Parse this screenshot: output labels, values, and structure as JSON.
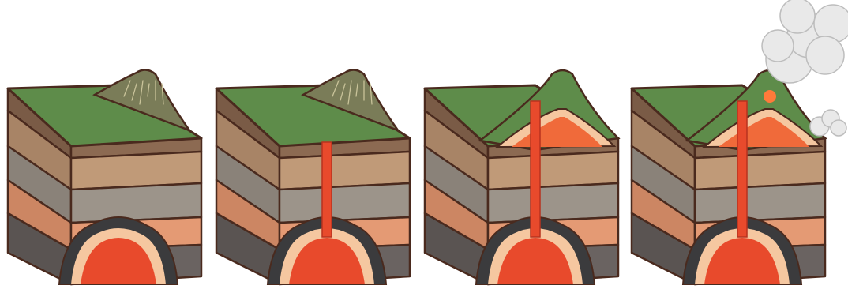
{
  "diagram": {
    "type": "volcano-formation-sequence",
    "panels": [
      {
        "stage": 1,
        "magma_chamber": true,
        "conduit": "none",
        "dome": false,
        "eruption": false,
        "smoke": false
      },
      {
        "stage": 2,
        "magma_chamber": true,
        "conduit": "partial",
        "dome": false,
        "eruption": false,
        "smoke": false
      },
      {
        "stage": 3,
        "magma_chamber": true,
        "conduit": "to-surface",
        "dome": true,
        "eruption": false,
        "smoke": false
      },
      {
        "stage": 4,
        "magma_chamber": true,
        "conduit": "to-surface",
        "dome": true,
        "eruption": true,
        "smoke": true
      }
    ],
    "colors": {
      "grass": "#5e8c4a",
      "grass_dark": "#4d7a3d",
      "mountain": "#7a7c58",
      "outline": "#4a2a1e",
      "magma": "#e84a2c",
      "magma_inner": "#f06a3a",
      "magma_rim": "#f5c7a0",
      "chamber_dark": "#3b3b3d",
      "smoke": "#e9e9e9",
      "layers_front": [
        "#8c6a52",
        "#c09a78",
        "#9c948a",
        "#e49a74",
        "#6a6361"
      ],
      "layers_side": [
        "#7a5b46",
        "#a88466",
        "#8a8279",
        "#cc8663",
        "#5a5452"
      ]
    }
  }
}
